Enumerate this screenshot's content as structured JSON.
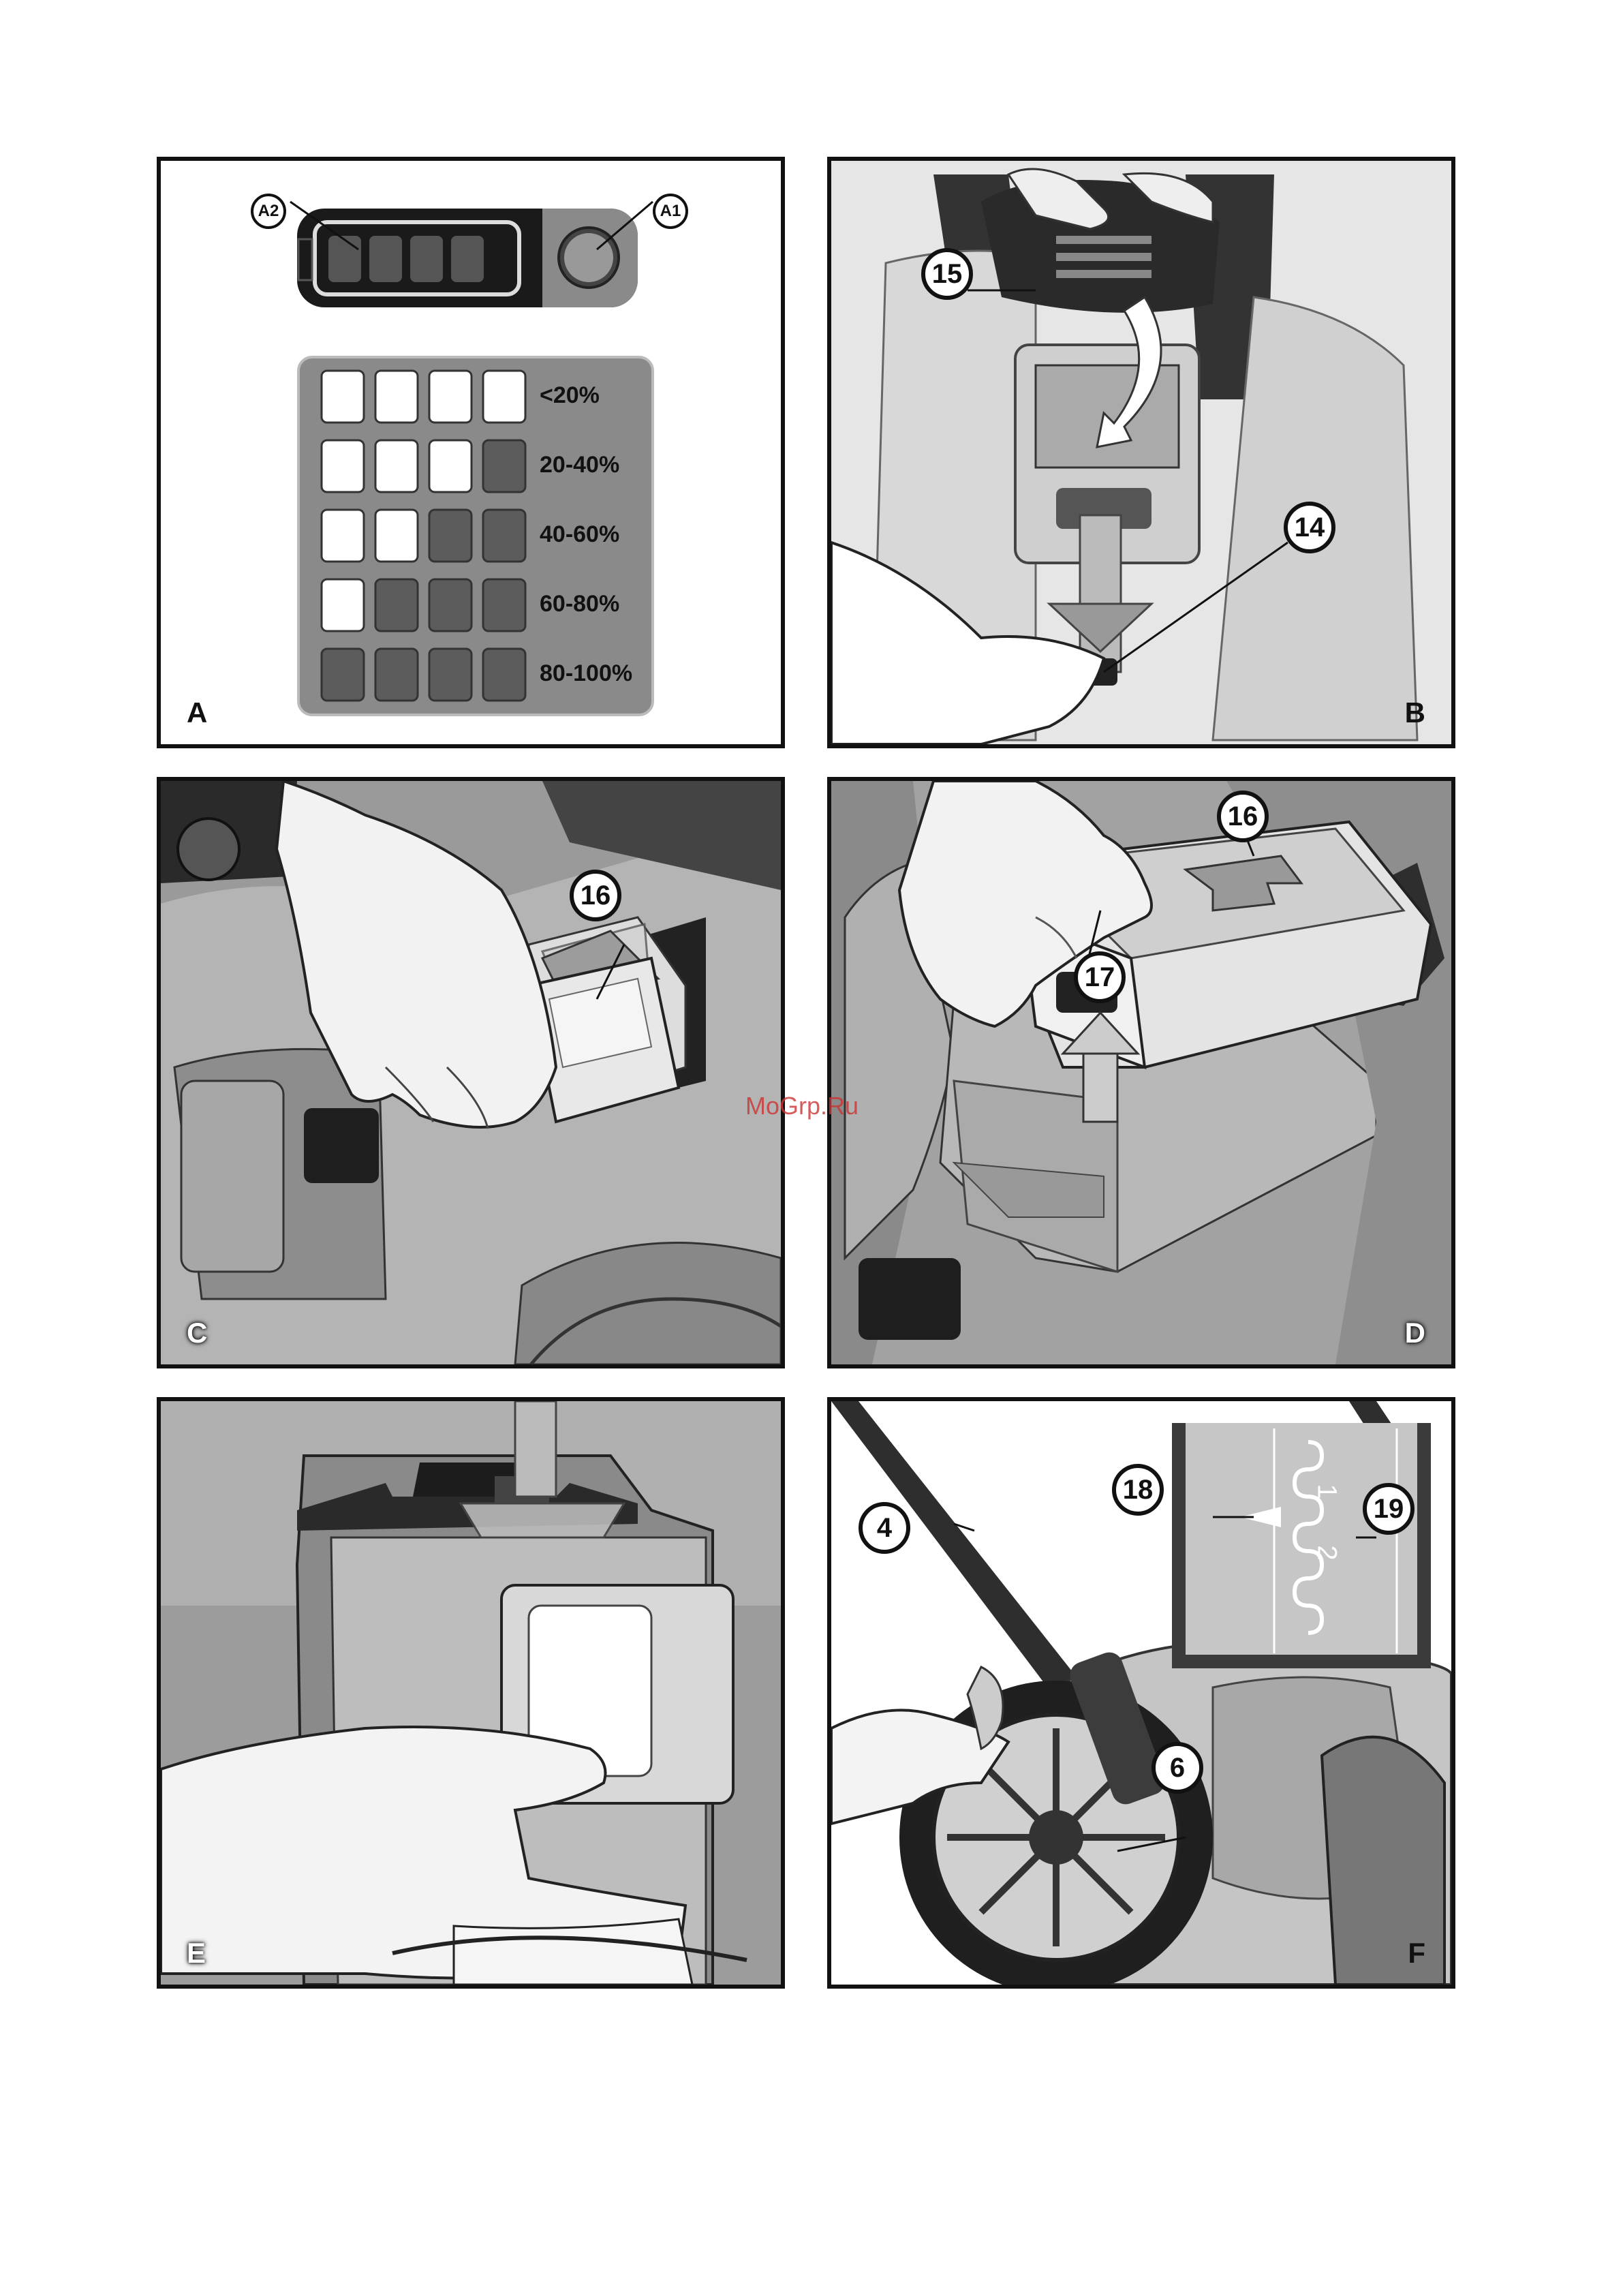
{
  "panels": {
    "a": {
      "letter": "A",
      "callout_a1": "A1",
      "callout_a2": "A2"
    },
    "b": {
      "letter": "B",
      "callout_15": "15",
      "callout_14": "14"
    },
    "c": {
      "letter": "C",
      "callout_16": "16"
    },
    "d": {
      "letter": "D",
      "callout_16": "16",
      "callout_17": "17"
    },
    "e": {
      "letter": "E"
    },
    "f": {
      "letter": "F",
      "callout_4": "4",
      "callout_6": "6",
      "callout_18": "18",
      "callout_19": "19",
      "scale_1": "1",
      "scale_2": "2"
    }
  },
  "charge_levels": [
    {
      "label": "<20%",
      "lit": 0
    },
    {
      "label": "20-40%",
      "lit": 1
    },
    {
      "label": "40-60%",
      "lit": 2
    },
    {
      "label": "60-80%",
      "lit": 3
    },
    {
      "label": "80-100%",
      "lit": 4
    }
  ],
  "watermark": "MoGrp.Ru"
}
